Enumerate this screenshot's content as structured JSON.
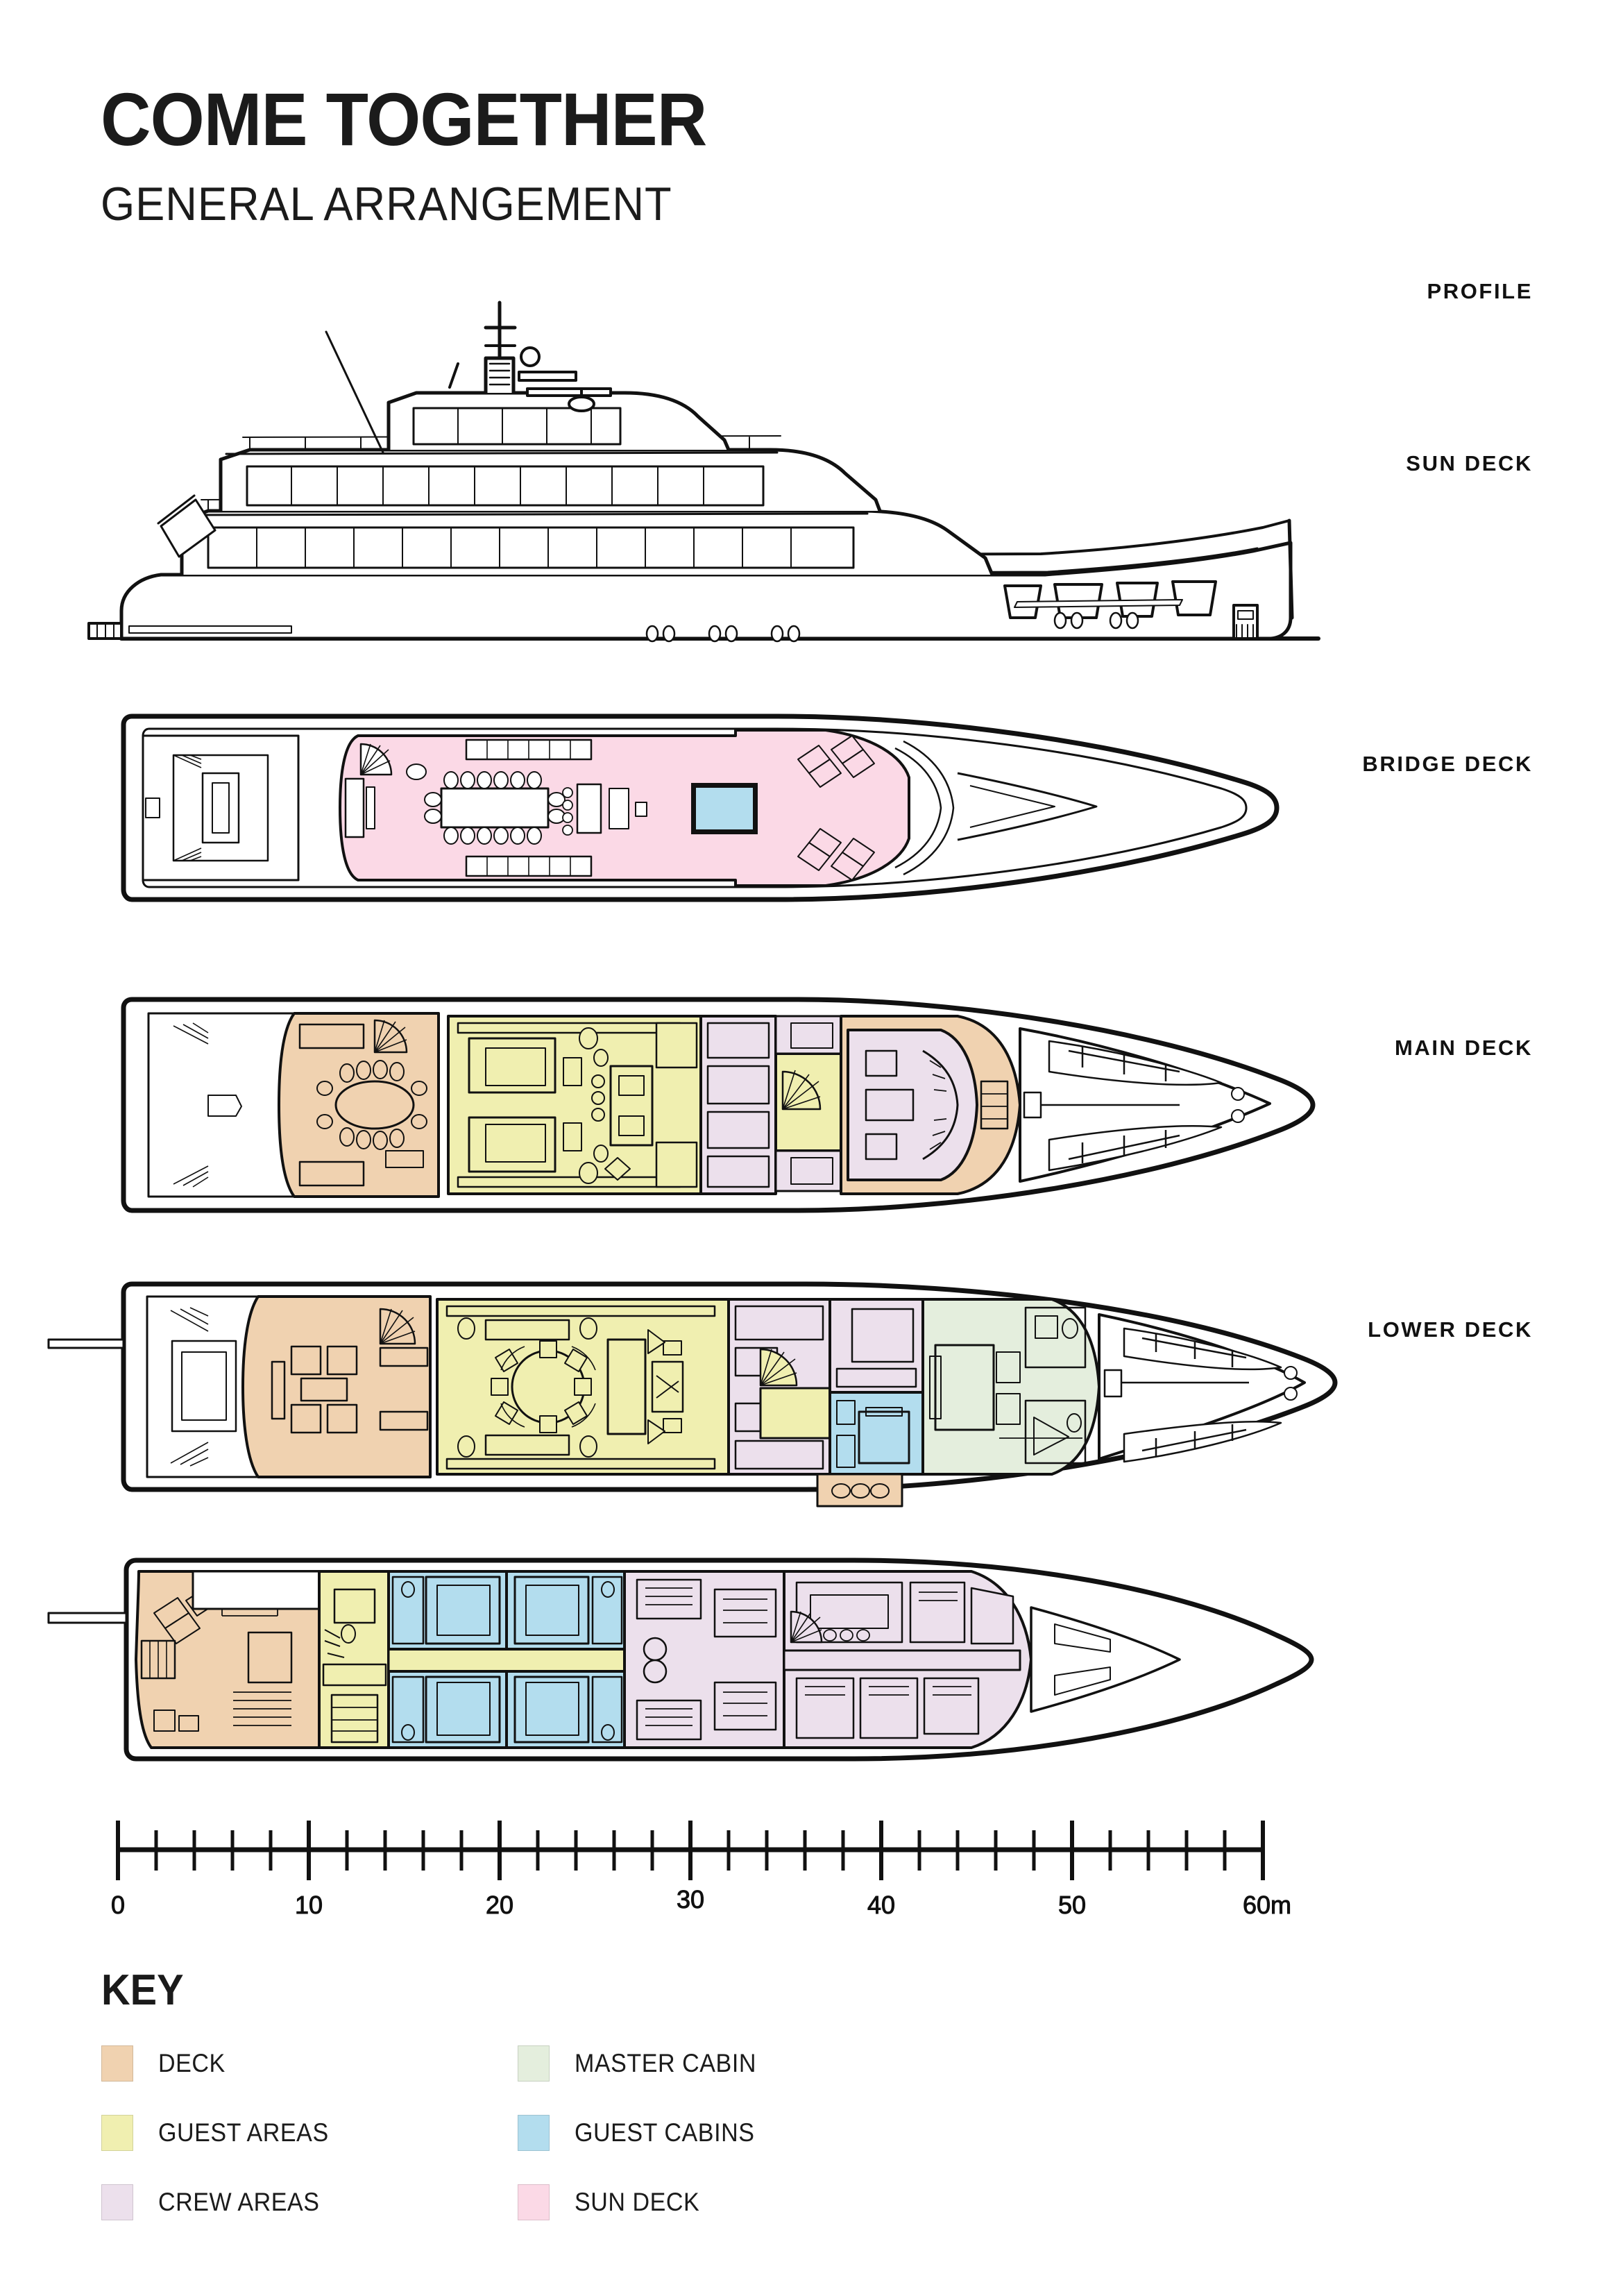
{
  "title": {
    "name": "COME TOGETHER",
    "subtitle": "GENERAL ARRANGEMENT"
  },
  "decks": [
    {
      "id": "profile",
      "label": "PROFILE"
    },
    {
      "id": "sun",
      "label": "SUN DECK"
    },
    {
      "id": "bridge",
      "label": "BRIDGE DECK"
    },
    {
      "id": "main",
      "label": "MAIN DECK"
    },
    {
      "id": "lower",
      "label": "LOWER DECK"
    }
  ],
  "scale": {
    "unit": "m",
    "min": 0,
    "max": 60,
    "major_step": 10,
    "minor_step": 2,
    "labels": [
      "0",
      "10",
      "20",
      "30",
      "40",
      "50",
      "60m"
    ]
  },
  "key": {
    "title": "KEY",
    "items": [
      {
        "label": "DECK",
        "color": "#f0d2b0"
      },
      {
        "label": "MASTER CABIN",
        "color": "#e4eedd"
      },
      {
        "label": "GUEST AREAS",
        "color": "#f0efb0"
      },
      {
        "label": "GUEST CABINS",
        "color": "#b3ddee"
      },
      {
        "label": "CREW AREAS",
        "color": "#ece0ec"
      },
      {
        "label": "SUN DECK",
        "color": "#fbd9e6"
      }
    ]
  },
  "palette": {
    "deck": "#f0d2b0",
    "guest_areas": "#f0efb0",
    "crew_areas": "#ece0ec",
    "master_cabin": "#e4eedd",
    "guest_cabins": "#b3ddee",
    "sun_deck": "#fbd9e6",
    "pool": "#b3ddee",
    "line": "#111111",
    "paper": "#ffffff"
  }
}
